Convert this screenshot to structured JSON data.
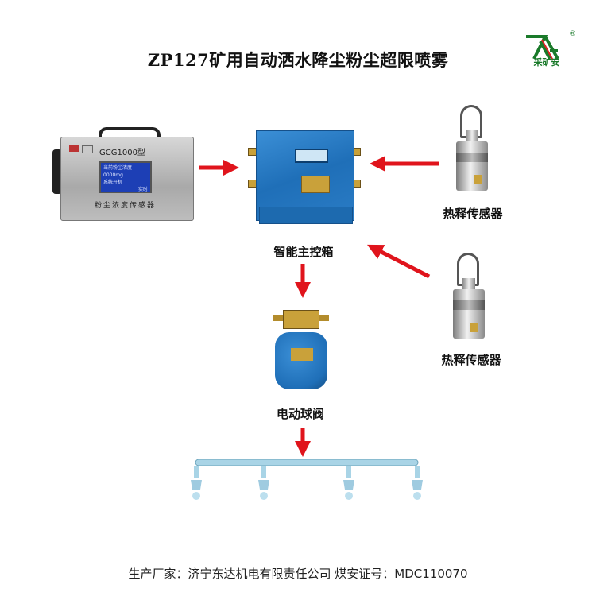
{
  "title": "ZP127矿用自动洒水降尘粉尘超限喷雾",
  "logo": {
    "text": "采矿安",
    "mark": "®",
    "accent": "#1a7a2a"
  },
  "devices": {
    "dust_sensor": {
      "model": "GCG1000型",
      "name": "粉尘浓度传感器",
      "screen_lines": [
        "当前粉尘浓度",
        "0000mg",
        "系统开机",
        "实时"
      ]
    },
    "main_box": {
      "label": "智能主控箱"
    },
    "pir_sensor_1": {
      "label": "热释传感器"
    },
    "pir_sensor_2": {
      "label": "热释传感器"
    },
    "valve": {
      "label": "电动球阀"
    }
  },
  "arrow_color": "#e0141c",
  "footer": "生产厂家：济宁东达机电有限责任公司 煤安证号：MDC110070"
}
